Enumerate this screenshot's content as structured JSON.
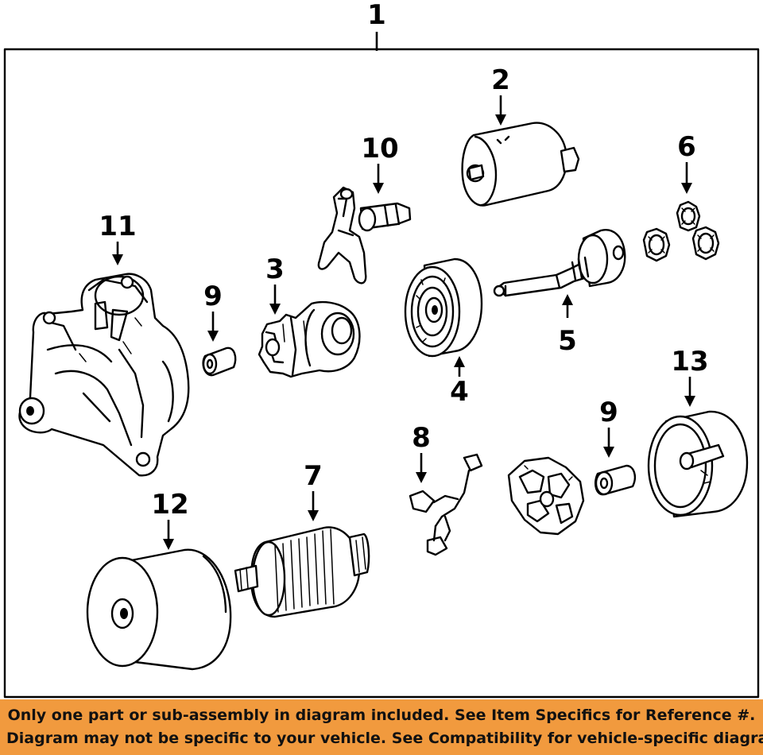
{
  "callouts": {
    "c1": "1",
    "c2": "2",
    "c3": "3",
    "c4": "4",
    "c5": "5",
    "c6": "6",
    "c7": "7",
    "c8": "8",
    "c9a": "9",
    "c9b": "9",
    "c10": "10",
    "c11": "11",
    "c12": "12",
    "c13": "13"
  },
  "disclaimer": {
    "line1": "Only one part or sub-assembly in diagram included. See Item Specifics for Reference #.",
    "line2": "Diagram may not be specific to your vehicle. See Compatibility for vehicle-specific diagrams."
  },
  "colors": {
    "banner": "#f19a3e",
    "ink": "#000000",
    "paper": "#ffffff"
  }
}
